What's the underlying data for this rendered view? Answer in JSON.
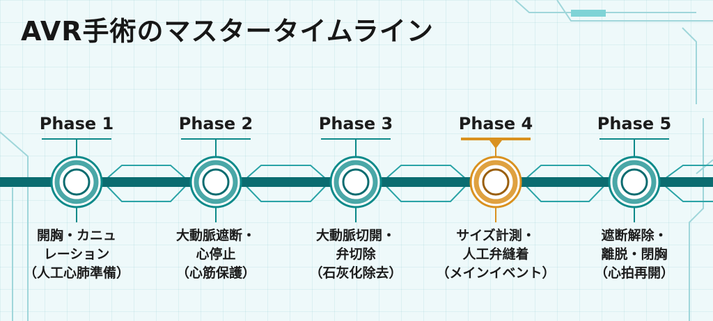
{
  "title": "AVR手術のマスタータイムライン",
  "active_phase": 3,
  "colors": {
    "teal": "#0d8a8a",
    "teal_dark": "#0b6c70",
    "active": "#d9911f",
    "text": "#1c1c1c",
    "background": "#eef9fa"
  },
  "phases": [
    {
      "label": "Phase 1",
      "lines": [
        "開胸・カニュ",
        "レーション",
        "（人工心肺準備）"
      ]
    },
    {
      "label": "Phase 2",
      "lines": [
        "大動脈遮断・",
        "心停止",
        "（心筋保護）"
      ]
    },
    {
      "label": "Phase 3",
      "lines": [
        "大動脈切開・",
        "弁切除",
        "（石灰化除去）"
      ]
    },
    {
      "label": "Phase 4",
      "lines": [
        "サイズ計測・",
        "人工弁縫着",
        "（メインイベント）"
      ]
    },
    {
      "label": "Phase 5",
      "lines": [
        "遮断解除・",
        "離脱・閉胸",
        "（心拍再開）"
      ]
    }
  ]
}
